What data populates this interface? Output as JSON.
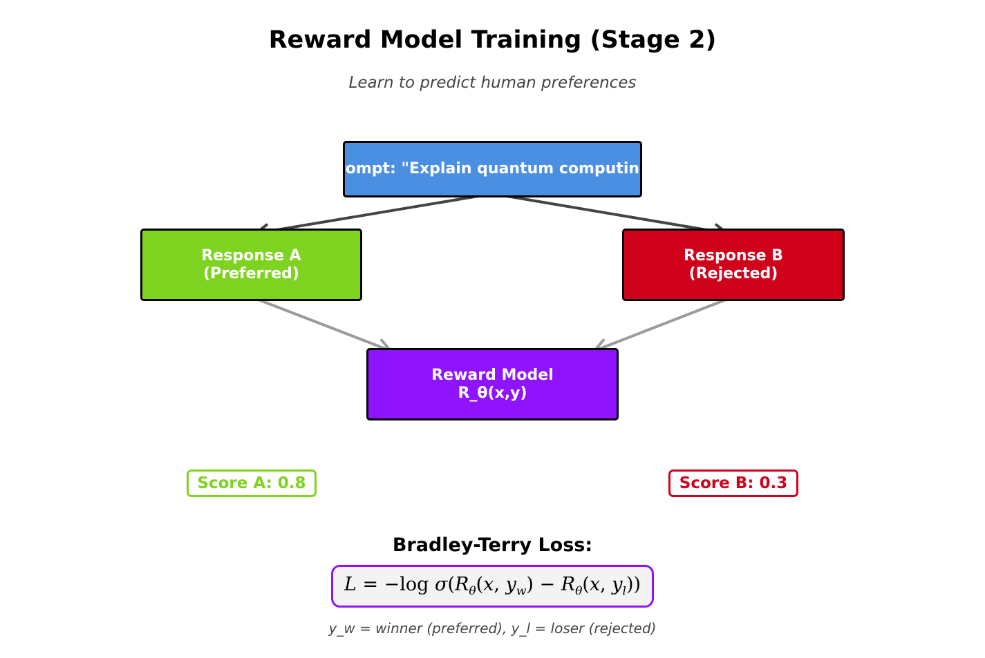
{
  "title": "Reward Model Training (Stage 2)",
  "subtitle": "Learn to predict human preferences",
  "nodes": {
    "prompt": {
      "text": "Prompt: \"Explain quantum computing\"",
      "color": "#4a8fe2"
    },
    "response_a": {
      "line1": "Response A",
      "line2": "(Preferred)",
      "color": "#7ed321"
    },
    "response_b": {
      "line1": "Response B",
      "line2": "(Rejected)",
      "color": "#d0021b"
    },
    "reward_model": {
      "line1": "Reward Model",
      "line2": "R_θ(x,y)",
      "color": "#9013fe"
    }
  },
  "scores": {
    "a": {
      "label": "Score A: 0.8",
      "color": "#7ed321"
    },
    "b": {
      "label": "Score B: 0.3",
      "color": "#d0021b"
    }
  },
  "loss": {
    "title": "Bradley-Terry Loss:",
    "formula_border_color": "#9013fe",
    "note": "y_w = winner (preferred), y_l = loser (rejected)"
  },
  "arrow_colors": {
    "dark": "#444444",
    "light": "#9b9b9b"
  }
}
